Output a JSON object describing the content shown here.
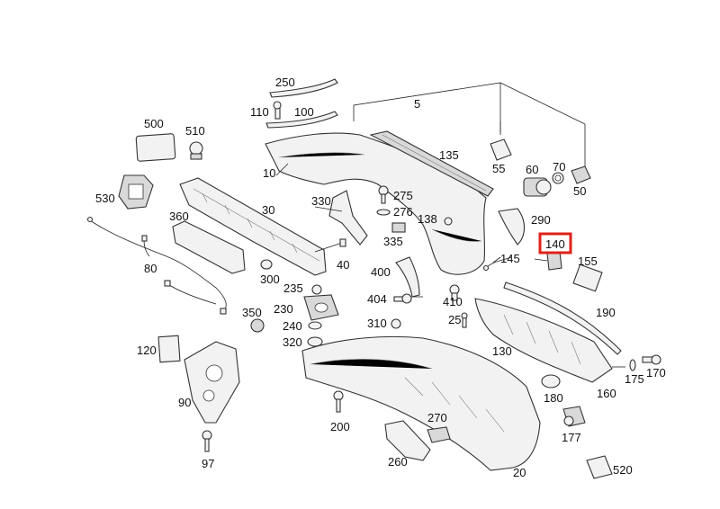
{
  "highlight": {
    "part_number": "140",
    "color": "#e0211b"
  },
  "labels": {
    "n5": "5",
    "n10": "10",
    "n20": "20",
    "n25": "25",
    "n30": "30",
    "n40": "40",
    "n50": "50",
    "n55": "55",
    "n60": "60",
    "n70": "70",
    "n80": "80",
    "n90": "90",
    "n97": "97",
    "n100": "100",
    "n110": "110",
    "n120": "120",
    "n130": "130",
    "n135": "135",
    "n138": "138",
    "n140": "140",
    "n145": "145",
    "n155": "155",
    "n160": "160",
    "n170": "170",
    "n175": "175",
    "n177": "177",
    "n180": "180",
    "n190": "190",
    "n200": "200",
    "n230": "230",
    "n235": "235",
    "n240": "240",
    "n250": "250",
    "n260": "260",
    "n270": "270",
    "n275": "275",
    "n276": "276",
    "n290": "290",
    "n300": "300",
    "n310": "310",
    "n320": "320",
    "n330": "330",
    "n335": "335",
    "n350": "350",
    "n360": "360",
    "n400": "400",
    "n404": "404",
    "n410": "410",
    "n500": "500",
    "n510": "510",
    "n520": "520",
    "n530": "530"
  }
}
